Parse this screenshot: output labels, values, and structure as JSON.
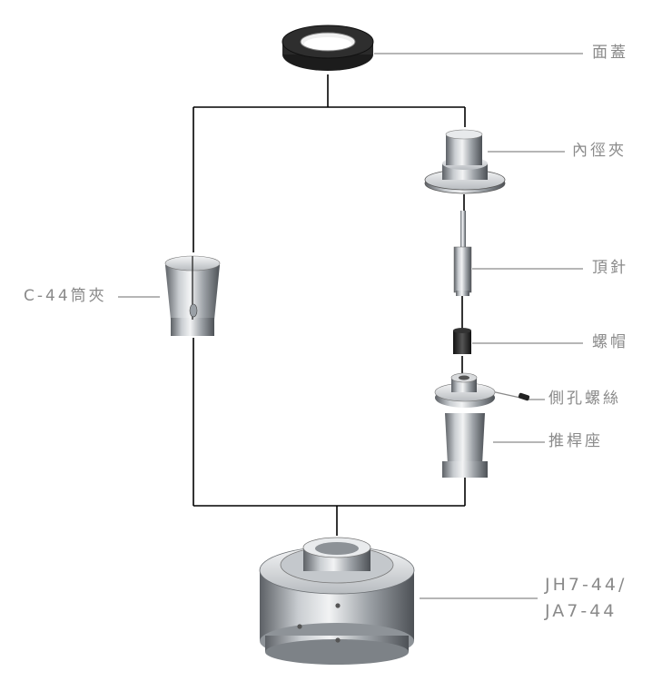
{
  "labels": {
    "face_cover": "面蓋",
    "inner_collet": "內徑夾",
    "ejector_pin": "頂針",
    "screw_cap": "螺帽",
    "side_screw": "側孔螺絲",
    "ejector_seat": "推桿座",
    "c44_collet": "C-44筒夾",
    "chuck_line1": "JH7-44/",
    "chuck_line2": "JA7-44"
  },
  "colors": {
    "line": "#000000",
    "leader": "#8a8a8a",
    "label": "#8a8a8a",
    "metal_dark": "#6e7378",
    "metal_light": "#e4e6e8",
    "ring_black": "#1c1c1c"
  }
}
